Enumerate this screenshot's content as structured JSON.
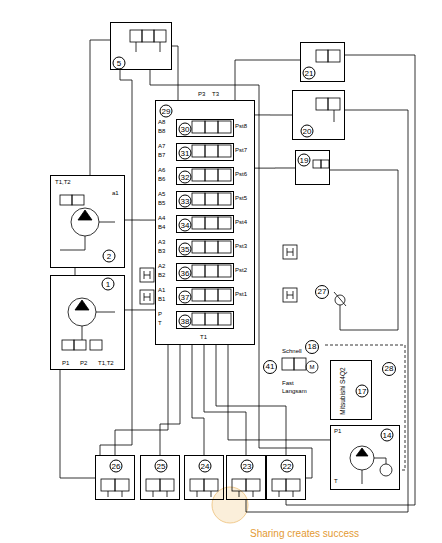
{
  "diagram": {
    "nodes": [
      {
        "text": [
          "5"
        ]
      },
      {
        "text": [
          "21"
        ]
      },
      {
        "text": [
          "20"
        ]
      },
      {
        "text": [
          "29"
        ]
      },
      {
        "text": [
          "30"
        ],
        "in": 3
      },
      {
        "text": [
          "31"
        ],
        "in": 3
      },
      {
        "text": [
          "32"
        ],
        "in": 3
      },
      {
        "text": [
          "33"
        ],
        "in": 3
      },
      {
        "text": [
          "34"
        ],
        "in": 3
      },
      {
        "text": [
          "35"
        ],
        "in": 3
      },
      {
        "text": [
          "36"
        ],
        "in": 3
      },
      {
        "text": [
          "37"
        ],
        "in": 3
      },
      {
        "text": [
          "38"
        ],
        "in": 3
      },
      {
        "text": [
          "19"
        ]
      },
      {
        "text": [
          "2"
        ]
      },
      {
        "text": [
          "1"
        ]
      },
      {
        "text": [
          "27"
        ]
      },
      {
        "text": [
          "41"
        ]
      },
      {
        "text": [
          "18"
        ]
      },
      {
        "text": [
          "28"
        ]
      },
      {
        "text": [
          "17",
          "Mitsubishi S4Q2"
        ]
      },
      {
        "text": [
          "14"
        ]
      },
      {
        "text": [
          "26"
        ]
      },
      {
        "text": [
          "25"
        ]
      },
      {
        "text": [
          "24"
        ]
      },
      {
        "text": [
          "23"
        ]
      },
      {
        "text": [
          "22"
        ]
      }
    ],
    "edges": [
      {
        "from": 0,
        "to": 3,
        "arrow": "none"
      },
      {
        "from": 1,
        "to": 3,
        "arrow": "none"
      },
      {
        "from": 2,
        "to": 3,
        "arrow": "none"
      },
      {
        "from": 13,
        "to": 3,
        "arrow": "none"
      },
      {
        "from": 14,
        "to": 3,
        "arrow": "none"
      },
      {
        "from": 15,
        "to": 3,
        "arrow": "none"
      },
      {
        "from": 21,
        "to": 3,
        "arrow": "none"
      },
      {
        "from": 3,
        "to": 22,
        "arrow": "none"
      },
      {
        "from": 3,
        "to": 23,
        "arrow": "none"
      },
      {
        "from": 3,
        "to": 24,
        "arrow": "none"
      },
      {
        "from": 3,
        "to": 25,
        "arrow": "none"
      },
      {
        "from": 3,
        "to": 26,
        "arrow": "none"
      }
    ],
    "labels": [
      "P3",
      "T3",
      "A8",
      "B8",
      "Pst8",
      "A7",
      "B7",
      "Pst7",
      "A6",
      "B6",
      "Pst6",
      "A5",
      "B5",
      "Pst5",
      "A4",
      "B4",
      "Pst4",
      "A3",
      "B3",
      "Pst3",
      "A2",
      "B2",
      "Pst2",
      "A1",
      "B1",
      "Pst1",
      "P",
      "T",
      "T1",
      "T1,T2",
      "a1",
      "P1",
      "P2",
      "T1,T2",
      "P1",
      "T",
      "Schnell",
      "Fast",
      "Langsam",
      "M",
      "Sharing creates success"
    ]
  }
}
